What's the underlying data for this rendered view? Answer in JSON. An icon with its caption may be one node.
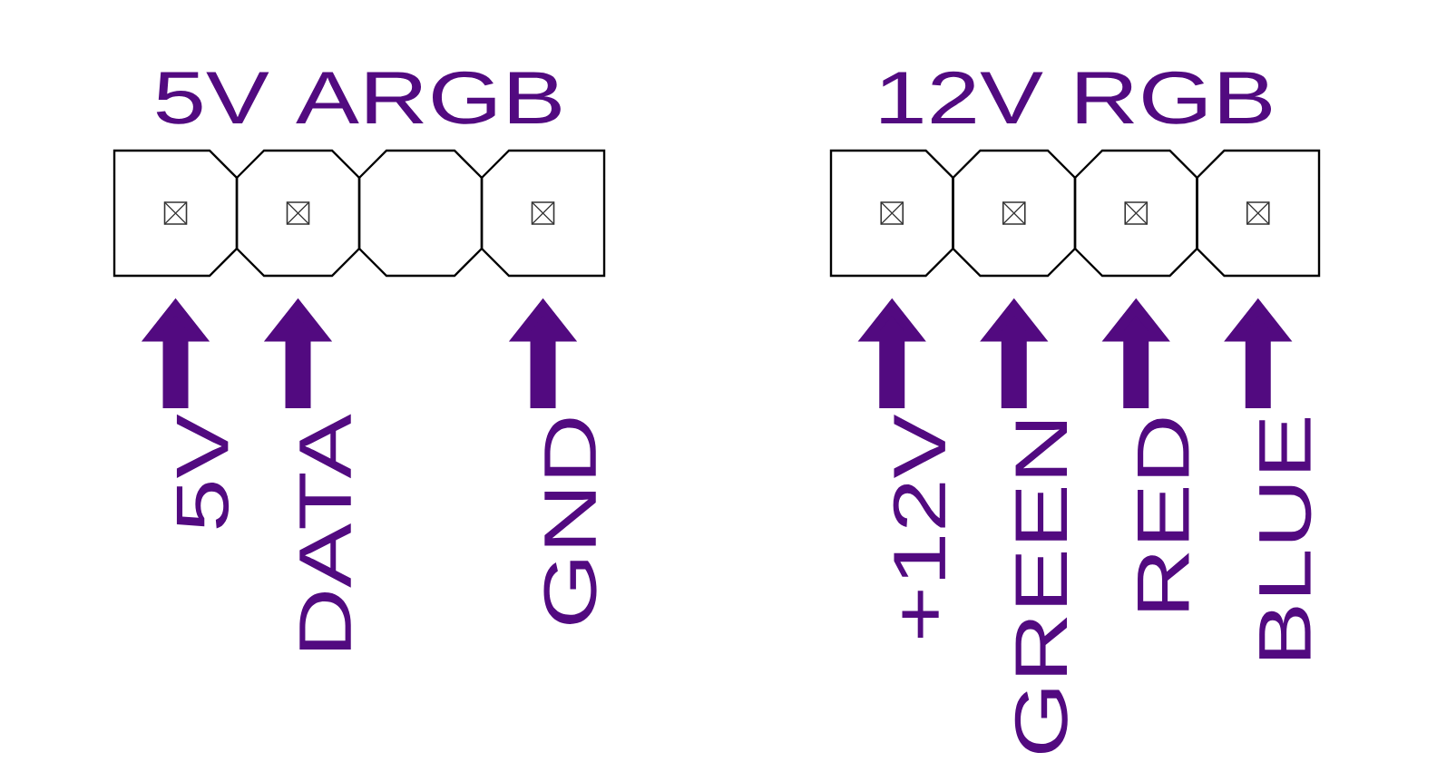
{
  "diagram": {
    "nodes": [
      {
        "text": [
          "5V ARGB"
        ]
      },
      {
        "text": [],
        "shape": "box",
        "in": 0
      },
      {
        "text": [],
        "shape": "box",
        "in": 0
      },
      {
        "text": [],
        "shape": "box",
        "in": 0
      },
      {
        "text": [],
        "shape": "box",
        "in": 0
      },
      {
        "text": [
          "12V RGB"
        ]
      },
      {
        "text": [],
        "shape": "box",
        "in": 5
      },
      {
        "text": [],
        "shape": "box",
        "in": 5
      },
      {
        "text": [],
        "shape": "box",
        "in": 5
      },
      {
        "text": [],
        "shape": "box",
        "in": 5
      },
      {
        "text": [
          "5V"
        ]
      },
      {
        "text": [
          "DATA"
        ]
      },
      {
        "text": [
          "GND"
        ]
      },
      {
        "text": [
          "+12V"
        ]
      },
      {
        "text": [
          "GREEN"
        ]
      },
      {
        "text": [
          "RED"
        ]
      },
      {
        "text": [
          "BLUE"
        ]
      }
    ],
    "edges": [
      {
        "from": 10,
        "to": 1,
        "arrow": "to"
      },
      {
        "from": 11,
        "to": 2,
        "arrow": "to"
      },
      {
        "from": 12,
        "to": 4,
        "arrow": "to"
      },
      {
        "from": 13,
        "to": 6,
        "arrow": "to"
      },
      {
        "from": 14,
        "to": 7,
        "arrow": "to"
      },
      {
        "from": 15,
        "to": 8,
        "arrow": "to"
      },
      {
        "from": 16,
        "to": 9,
        "arrow": "to"
      }
    ]
  }
}
